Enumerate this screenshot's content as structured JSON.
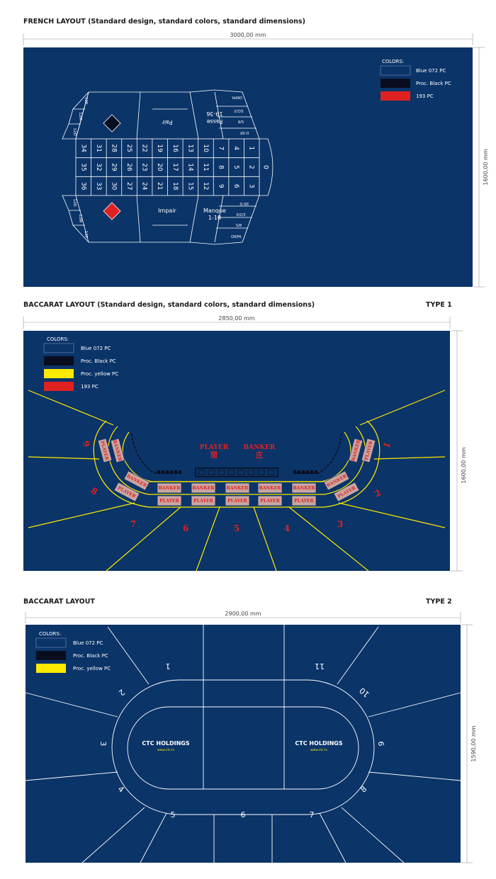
{
  "colors": {
    "felt": "#0b3468",
    "black": "#0a0d1e",
    "yellow": "#ffea00",
    "red": "#e02121",
    "white": "#ffffff",
    "cell": "#c9a6a2"
  },
  "french": {
    "title": "FRENCH LAYOUT (Standard design, standard colors, standard dimensions)",
    "width_label": "3000,00 mm",
    "height_label": "1600,00 mm",
    "legend_title": "COLORS:",
    "legend": [
      "Blue 072 PC",
      "Proc. Black PC",
      "193 PC"
    ],
    "zero": "0",
    "numbers": [
      [
        "34",
        "31",
        "28",
        "25",
        "22",
        "19",
        "16",
        "13",
        "10",
        "7",
        "4",
        "1"
      ],
      [
        "35",
        "32",
        "29",
        "26",
        "23",
        "20",
        "17",
        "14",
        "11",
        "8",
        "5",
        "2"
      ],
      [
        "36",
        "33",
        "30",
        "27",
        "24",
        "21",
        "18",
        "15",
        "12",
        "9",
        "6",
        "3"
      ]
    ],
    "pair": "Pair",
    "passe_line1": "Passe",
    "passe_line2": "19-36",
    "impair": "Impair",
    "manque_line1": "Manque",
    "manque_line2": "1-18",
    "top_bets": [
      "ORPH.",
      "0/2/3",
      "5/8",
      "O-SP."
    ],
    "bottom_bets": [
      "O-SP.",
      "0/2/3",
      "5/8",
      "ORPH."
    ],
    "douze_top": [
      "12P",
      "12M",
      "12D"
    ],
    "douze_bottom": [
      "12D",
      "12M",
      "12P"
    ]
  },
  "baccarat1": {
    "title": "BACCARAT LAYOUT (Standard design, standard colors, standard dimensions)",
    "type": "TYPE 1",
    "width_label": "2850,00 mm",
    "height_label": "1600,00 mm",
    "legend_title": "COLORS:",
    "legend": [
      "Blue 072 PC",
      "Proc. Black PC",
      "Proc. yellow PC",
      "193 PC"
    ],
    "player": "PLAYER",
    "banker": "BANKER",
    "player_cn": "閒",
    "banker_cn": "庄",
    "seats": [
      "1",
      "2",
      "3",
      "4",
      "5",
      "6",
      "7",
      "8",
      "9"
    ]
  },
  "baccarat2": {
    "title": "BACCARAT LAYOUT",
    "type": "TYPE 2",
    "width_label": "2900,00 mm",
    "height_label": "1590,00 mm",
    "legend_title": "COLORS:",
    "legend": [
      "Blue 072 PC",
      "Proc. Black PC",
      "Proc. yellow PC"
    ],
    "logo": "CTC HOLDINGS",
    "logo_url": "www.ctc.lv",
    "seats": [
      "1",
      "2",
      "3",
      "4",
      "5",
      "6",
      "7",
      "8",
      "9",
      "10",
      "11"
    ]
  }
}
